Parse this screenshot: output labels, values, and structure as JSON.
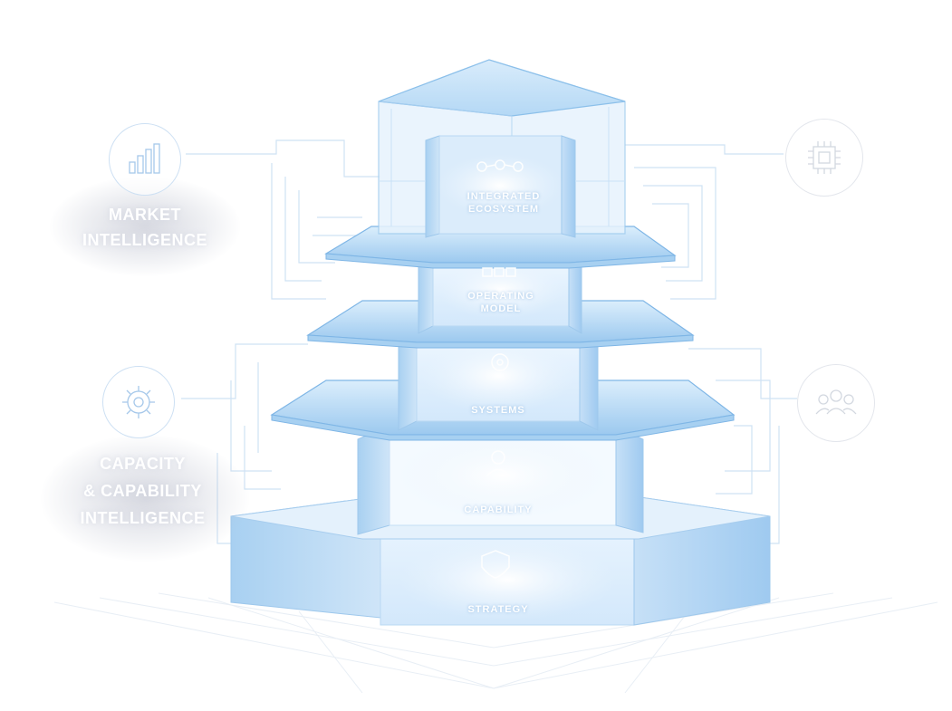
{
  "labels": {
    "market": [
      "MARKET",
      "INTELLIGENCE"
    ],
    "capacity": [
      "CAPACITY",
      "& CAPABILITY",
      "INTELLIGENCE"
    ]
  },
  "tiers": [
    {
      "id": "top",
      "lines": [
        "INTEGRATED",
        "ECOSYSTEM"
      ]
    },
    {
      "id": "second",
      "lines": [
        "OPERATING",
        "MODEL"
      ]
    },
    {
      "id": "third",
      "lines": [
        "SYSTEMS"
      ]
    },
    {
      "id": "fourth",
      "lines": [
        "CAPABILITY"
      ]
    },
    {
      "id": "base",
      "lines": [
        "STRATEGY"
      ]
    }
  ],
  "icons": {
    "left_top": "bar-chart-icon",
    "left_bottom": "gear-icon",
    "right_top": "chip-icon",
    "right_bottom": "team-icon"
  },
  "colors": {
    "glass_light": "#f3f9ff",
    "glass_mid": "#d6eafb",
    "glass_dark": "#a9d0f2",
    "edge": "#7fb6e6",
    "icon_stroke": "#a6c8ea",
    "icon_stroke_right": "#d3d8e0"
  }
}
